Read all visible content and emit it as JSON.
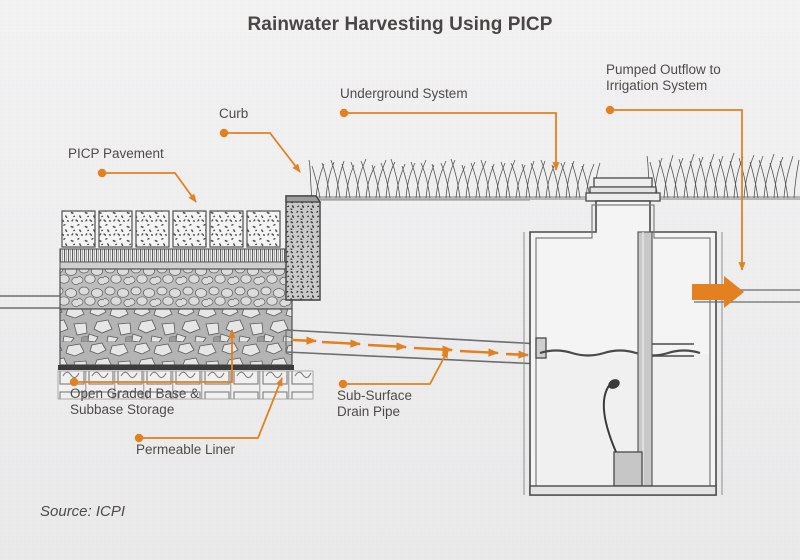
{
  "header": {
    "title": "Rainwater Harvesting Using PICP"
  },
  "footer": {
    "source": "Source:  ICPI"
  },
  "colors": {
    "accent_orange": "#e3801f",
    "background": "#ececed",
    "title_text": "#4b4644",
    "label_text": "#4f4b49",
    "line_gray": "#6b6b6b"
  },
  "annotations": [
    {
      "id": "picp-pavement",
      "label": "PICP Pavement",
      "leader": "dot-line-arrow"
    },
    {
      "id": "curb",
      "label": "Curb",
      "leader": "dot-line-arrow"
    },
    {
      "id": "underground-system",
      "label": "Underground System",
      "leader": "dot-line-arrow"
    },
    {
      "id": "pumped-outflow",
      "label": "Pumped Outflow to\nIrrigation System",
      "leader": "dot-line-arrow"
    },
    {
      "id": "open-graded-base",
      "label": "Open Graded Base &\nSubbase Storage",
      "leader": "dot-line-arrow"
    },
    {
      "id": "permeable-liner",
      "label": "Permeable Liner",
      "leader": "dot-line-arrow"
    },
    {
      "id": "subsurface-drain",
      "label": "Sub-Surface\nDrain Pipe",
      "leader": "dot-line-arrow"
    }
  ],
  "diagram": {
    "type": "cross-section-illustration",
    "subject": "Permeable Interlocking Concrete Pavement rainwater harvesting system",
    "components": [
      {
        "name": "paver-course",
        "description": "concrete paver blocks with open joints"
      },
      {
        "name": "bedding-course",
        "description": "thin open-graded bedding layer"
      },
      {
        "name": "open-graded-base",
        "description": "rounded aggregate base storage layer"
      },
      {
        "name": "subbase-storage",
        "description": "large angular aggregate subbase storage layer"
      },
      {
        "name": "permeable-liner",
        "description": "dark liner line beneath subbase"
      },
      {
        "name": "soil-subgrade",
        "description": "compacted soil subgrade hatch cells"
      },
      {
        "name": "curb-block",
        "description": "speckled concrete curb at pavement edge"
      },
      {
        "name": "turf-grass",
        "description": "hand-drawn grass over underground system"
      },
      {
        "name": "drain-pipe",
        "description": "sub-surface drain pipe with flow arrows toward cistern"
      },
      {
        "name": "cistern-tank",
        "description": "buried cistern with access riser, water level, riser pipe and submersible pump"
      },
      {
        "name": "outflow-arrow",
        "description": "thick orange arrow exiting tank to irrigation"
      }
    ],
    "flow_arrow_count": 5
  }
}
